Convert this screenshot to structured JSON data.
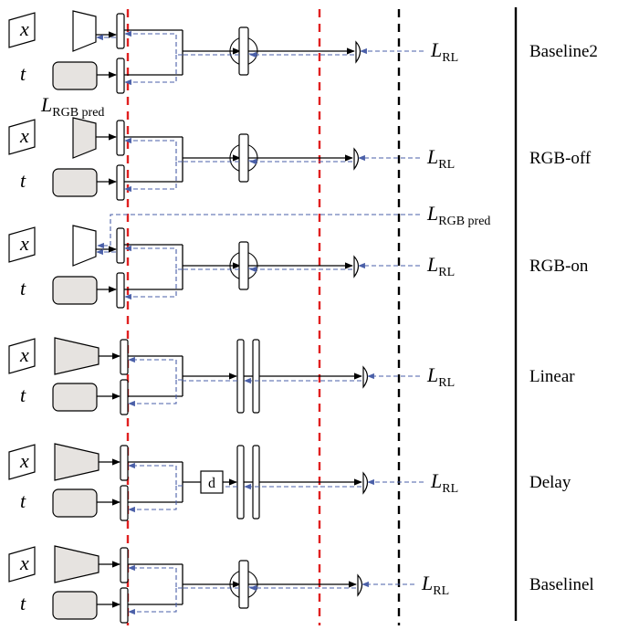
{
  "diagram": {
    "colors": {
      "line": "#000000",
      "feedback": "#4a5fa8",
      "boundary_red": "#e02020",
      "boundary_black": "#000000",
      "fill_gray": "#e6e3e0"
    },
    "symbols": {
      "input_x": "x",
      "input_t": "t",
      "loss_main": "L",
      "loss_rl_sub": "RL",
      "loss_rgb_sub": "RGB pred",
      "delay_label": "d"
    },
    "rows": [
      {
        "name": "Baseline2",
        "encoder": "small-outline",
        "core": "recurrent",
        "rgb_loss": "left-below",
        "loss_label": "L",
        "loss_sub": "RL"
      },
      {
        "name": "RGB-off",
        "encoder": "small-gray",
        "core": "recurrent",
        "rgb_loss": "none",
        "loss_label": "L",
        "loss_sub": "RL"
      },
      {
        "name": "RGB-on",
        "encoder": "small-outline",
        "core": "recurrent",
        "rgb_loss": "right-above",
        "loss_label": "L",
        "loss_sub": "RL"
      },
      {
        "name": "Linear",
        "encoder": "large-gray",
        "core": "double-linear",
        "rgb_loss": "none",
        "loss_label": "L",
        "loss_sub": "RL"
      },
      {
        "name": "Delay",
        "encoder": "large-gray",
        "core": "delay-double-linear",
        "rgb_loss": "none",
        "loss_label": "L",
        "loss_sub": "RL"
      },
      {
        "name": "Baselinel",
        "encoder": "large-gray",
        "core": "recurrent",
        "rgb_loss": "none",
        "loss_label": "L",
        "loss_sub": "RL"
      }
    ]
  }
}
